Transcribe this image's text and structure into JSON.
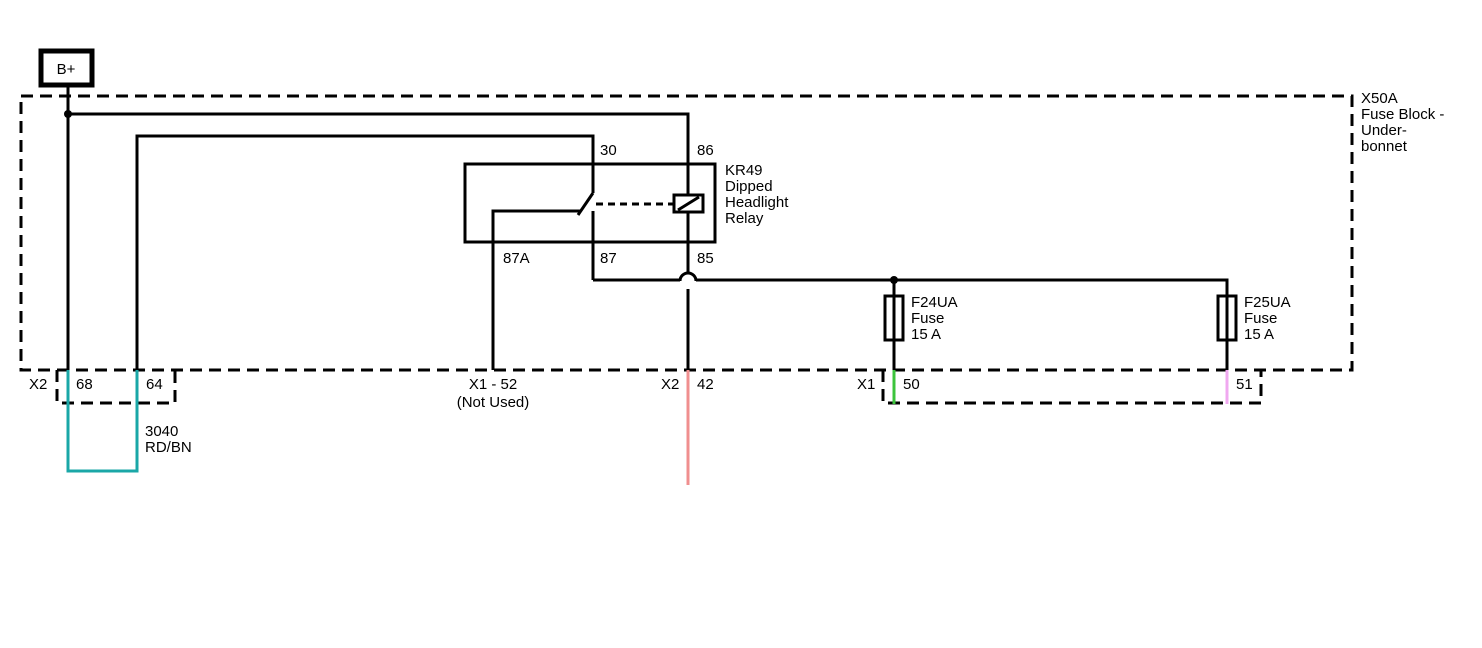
{
  "battery": {
    "label": "B+"
  },
  "fuse_block": {
    "lines": [
      "X50A",
      "Fuse Block -",
      "Under-",
      "bonnet"
    ]
  },
  "relay": {
    "lines": [
      "KR49",
      "Dipped",
      "Headlight",
      "Relay"
    ],
    "pins": {
      "p30": "30",
      "p86": "86",
      "p87a": "87A",
      "p87": "87",
      "p85": "85"
    }
  },
  "fuses": [
    {
      "lines": [
        "F24UA",
        "Fuse",
        "15 A"
      ]
    },
    {
      "lines": [
        "F25UA",
        "Fuse",
        "15 A"
      ]
    }
  ],
  "connectors": {
    "x2_left": {
      "name": "X2",
      "pin_a": "68",
      "pin_b": "64"
    },
    "x1_52": {
      "label": "X1 - 52",
      "note": "(Not Used)"
    },
    "x2_42": {
      "name": "X2",
      "pin": "42"
    },
    "x1_right": {
      "name": "X1",
      "pin_a": "50",
      "pin_b": "51"
    }
  },
  "wire_label": {
    "circuit": "3040",
    "color_code": "RD/BN"
  },
  "colors": {
    "teal_wire": "#1aa7a7",
    "pink_wire": "#f08f8f",
    "green_wire": "#3cc43c",
    "violet_wire": "#f0a8f0"
  }
}
